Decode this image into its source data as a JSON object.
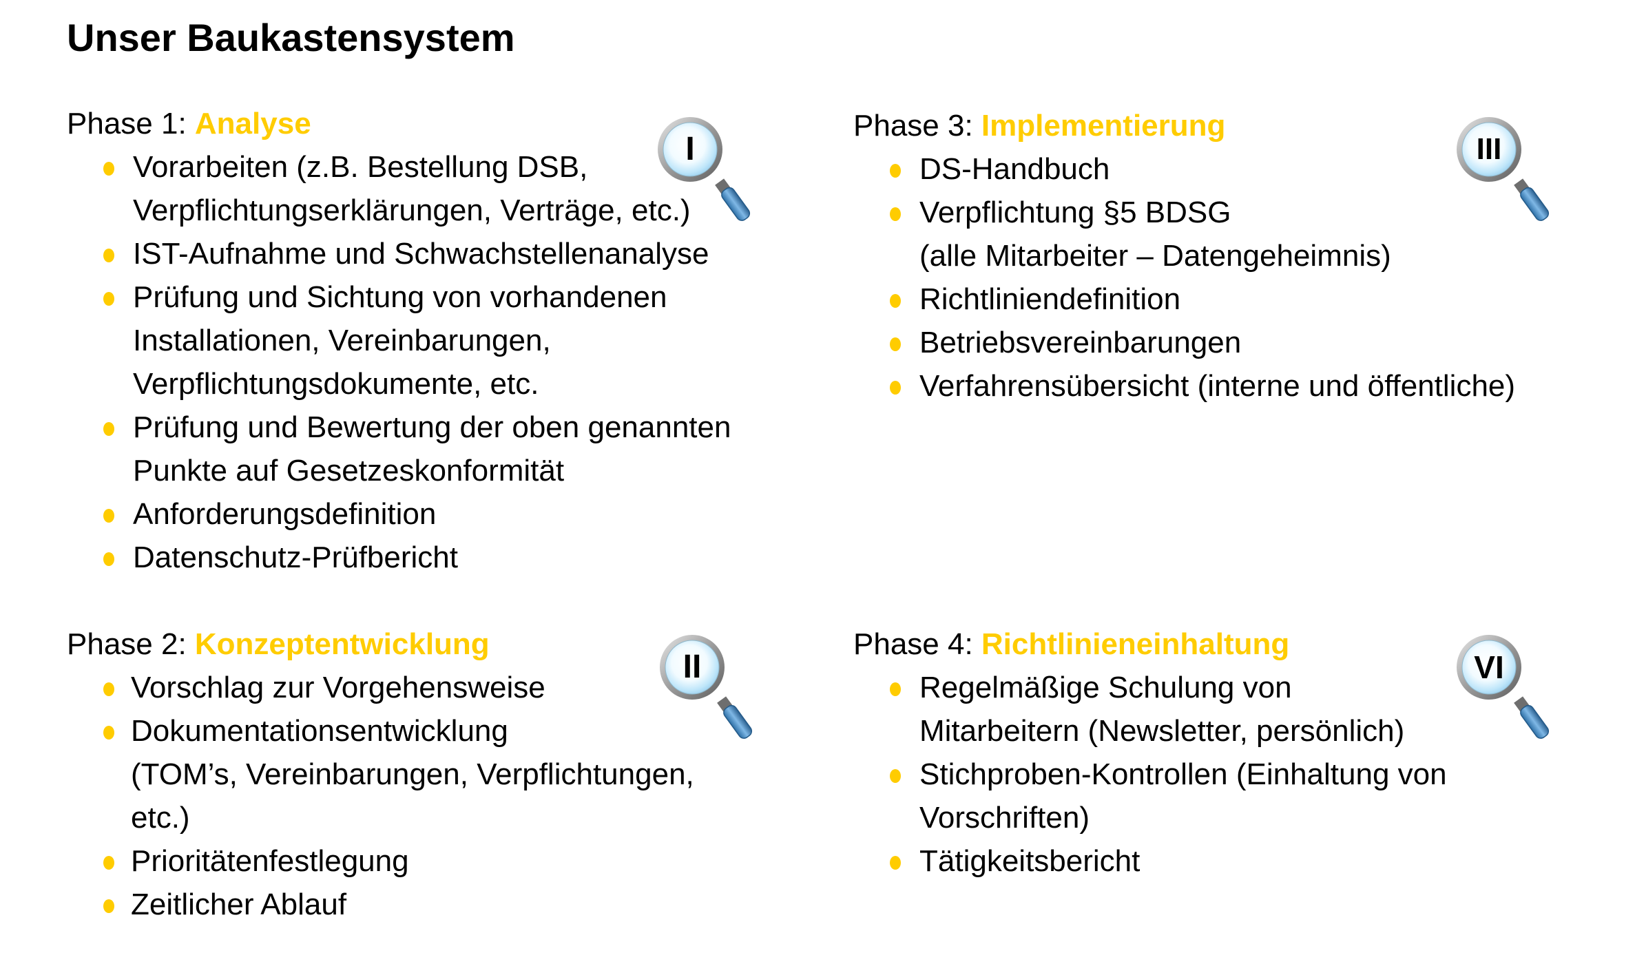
{
  "title": "Unser Baukastensystem",
  "colors": {
    "accent": "#FFCC00",
    "text": "#000000",
    "bullet": "#FFCC00"
  },
  "phases": [
    {
      "label": "Phase 1: ",
      "name": "Analyse",
      "badge": "I",
      "icon": "magnifier-icon",
      "items": [
        "Vorarbeiten (z.B. Bestellung DSB,\nVerpflichtungserklärungen, Verträge, etc.)",
        "IST-Aufnahme und Schwachstellenanalyse",
        "Prüfung und Sichtung von vorhandenen\nInstallationen, Vereinbarungen,\nVerpflichtungsdokumente, etc.",
        "Prüfung und Bewertung der oben genannten\nPunkte auf Gesetzeskonformität",
        "Anforderungsdefinition",
        "Datenschutz-Prüfbericht"
      ]
    },
    {
      "label": "Phase 2: ",
      "name": "Konzeptentwicklung",
      "badge": "II",
      "icon": "magnifier-icon",
      "items": [
        "Vorschlag zur Vorgehensweise",
        "Dokumentationsentwicklung\n(TOM’s, Vereinbarungen, Verpflichtungen,\netc.)",
        "Prioritätenfestlegung",
        "Zeitlicher Ablauf"
      ]
    },
    {
      "label": "Phase 3: ",
      "name": "Implementierung",
      "badge": "III",
      "icon": "magnifier-icon",
      "items": [
        "DS-Handbuch",
        "Verpflichtung §5 BDSG\n(alle Mitarbeiter – Datengeheimnis)",
        "Richtliniendefinition",
        "Betriebsvereinbarungen",
        "Verfahrensübersicht (interne und öffentliche)"
      ]
    },
    {
      "label": "Phase 4: ",
      "name": "Richtlinieneinhaltung",
      "badge": "VI",
      "icon": "magnifier-icon",
      "items": [
        "Regelmäßige Schulung von\nMitarbeitern (Newsletter, persönlich)",
        "Stichproben-Kontrollen (Einhaltung von\nVorschriften)",
        "Tätigkeitsbericht"
      ]
    }
  ]
}
